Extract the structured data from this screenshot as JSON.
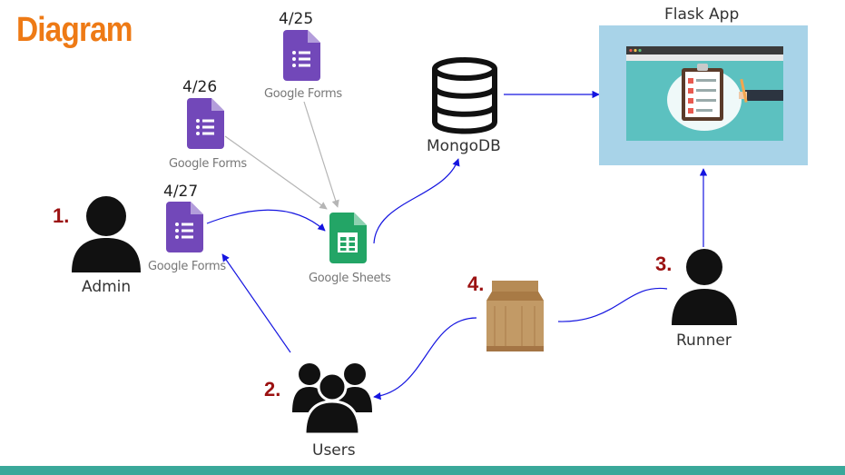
{
  "slide": {
    "title": "Diagram",
    "accent_color": "#ee7a15",
    "step_color": "#9b1111",
    "arrow_color": "#1515e0",
    "bar_color": "#3aa89a"
  },
  "nodes": {
    "admin": {
      "label": "Admin",
      "step": "1.",
      "icon": "person-icon"
    },
    "users": {
      "label": "Users",
      "step": "2.",
      "icon": "group-icon"
    },
    "runner": {
      "label": "Runner",
      "step": "3.",
      "icon": "person-icon"
    },
    "bag": {
      "step": "4.",
      "icon": "paper-bag-icon"
    },
    "form_425": {
      "date": "4/25",
      "name": "Google Forms",
      "icon": "google-forms-icon"
    },
    "form_426": {
      "date": "4/26",
      "name": "Google Forms",
      "icon": "google-forms-icon"
    },
    "form_427": {
      "date": "4/27",
      "name": "Google Forms",
      "icon": "google-forms-icon"
    },
    "sheets": {
      "name": "Google Sheets",
      "icon": "google-sheets-icon"
    },
    "mongodb": {
      "label": "MongoDB",
      "icon": "database-icon"
    },
    "flask": {
      "label": "Flask App",
      "icon": "clipboard-checklist-icon"
    }
  }
}
